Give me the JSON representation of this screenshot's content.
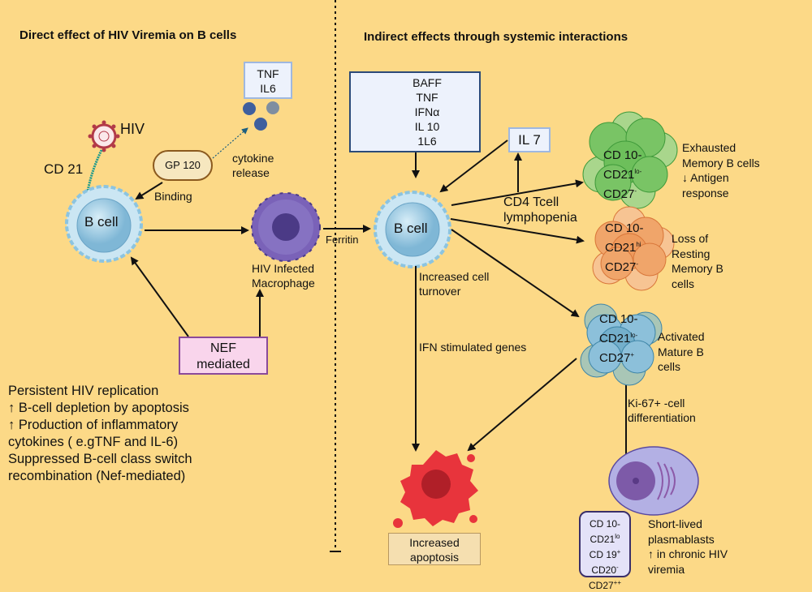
{
  "left_panel": {
    "title": "Direct effect of HIV Viremia on B cells",
    "cytokine_box": [
      "TNF",
      "IL6"
    ],
    "hiv_label": "HIV",
    "cd21_label": "CD 21",
    "gp120_label": "GP 120",
    "cytokine_release_label": "cytokine\nrelease",
    "binding_label": "Binding",
    "bcell_label": "B cell",
    "macrophage_label": "HIV Infected\nMacrophage",
    "nef_label": "NEF\nmediated",
    "summary_lines": [
      "Persistent HIV replication",
      "↑ B-cell depletion by apoptosis",
      "↑ Production of inflammatory",
      "cytokines ( e.gTNF and IL-6)",
      "Suppressed B-cell class switch",
      "recombination (Nef-mediated)"
    ]
  },
  "right_panel": {
    "title": "Indirect effects through systemic interactions",
    "ferritin_label": "Ferritin",
    "cytokine_box": [
      "BAFF",
      "TNF",
      "IFNα",
      "IL 10",
      "1L6"
    ],
    "il7_label": "IL 7",
    "bcell_label": "B cell",
    "cd4_label": "CD4 Tcell\nlymphopenia",
    "turnover_label": "Increased cell\nturnover",
    "ifn_label": "IFN stimulated genes",
    "apoptosis_label": "Increased\napoptosis",
    "ki67_label": "Ki-67+ -cell\ndifferentiation",
    "clusters": [
      {
        "markers": [
          "CD 10-",
          "CD21",
          "lo-",
          "CD27",
          "-"
        ],
        "description": "Exhausted\nMemory B cells\n↓ Antigen\nresponse",
        "color": "#6DBF5B"
      },
      {
        "markers": [
          "CD 10-",
          "CD21",
          "hi",
          "CD27",
          "-"
        ],
        "description": "Loss of\nResting\nMemory B\ncells",
        "color": "#EE9A5C"
      },
      {
        "markers": [
          "CD 10-",
          "CD21",
          "lo-",
          "CD27",
          "+"
        ],
        "description": "Activated\nMature B\ncells",
        "color": "#74AFCB"
      }
    ],
    "plasmablast_markers": [
      {
        "base": "CD 10-",
        "sup": ""
      },
      {
        "base": "CD21",
        "sup": "lo"
      },
      {
        "base": "CD 19",
        "sup": "+"
      },
      {
        "base": "CD20",
        "sup": "-"
      },
      {
        "base": "CD27",
        "sup": "++"
      }
    ],
    "plasmablast_description": "Short-lived\nplasmablasts\n↑ in chronic  HIV\nviremia"
  },
  "colors": {
    "background": "#FCD987",
    "bcell": "#A9D3EA",
    "macrophage": "#7A62B8",
    "apoptosis": "#E8343C",
    "nef_box": "#F9D5EC"
  }
}
